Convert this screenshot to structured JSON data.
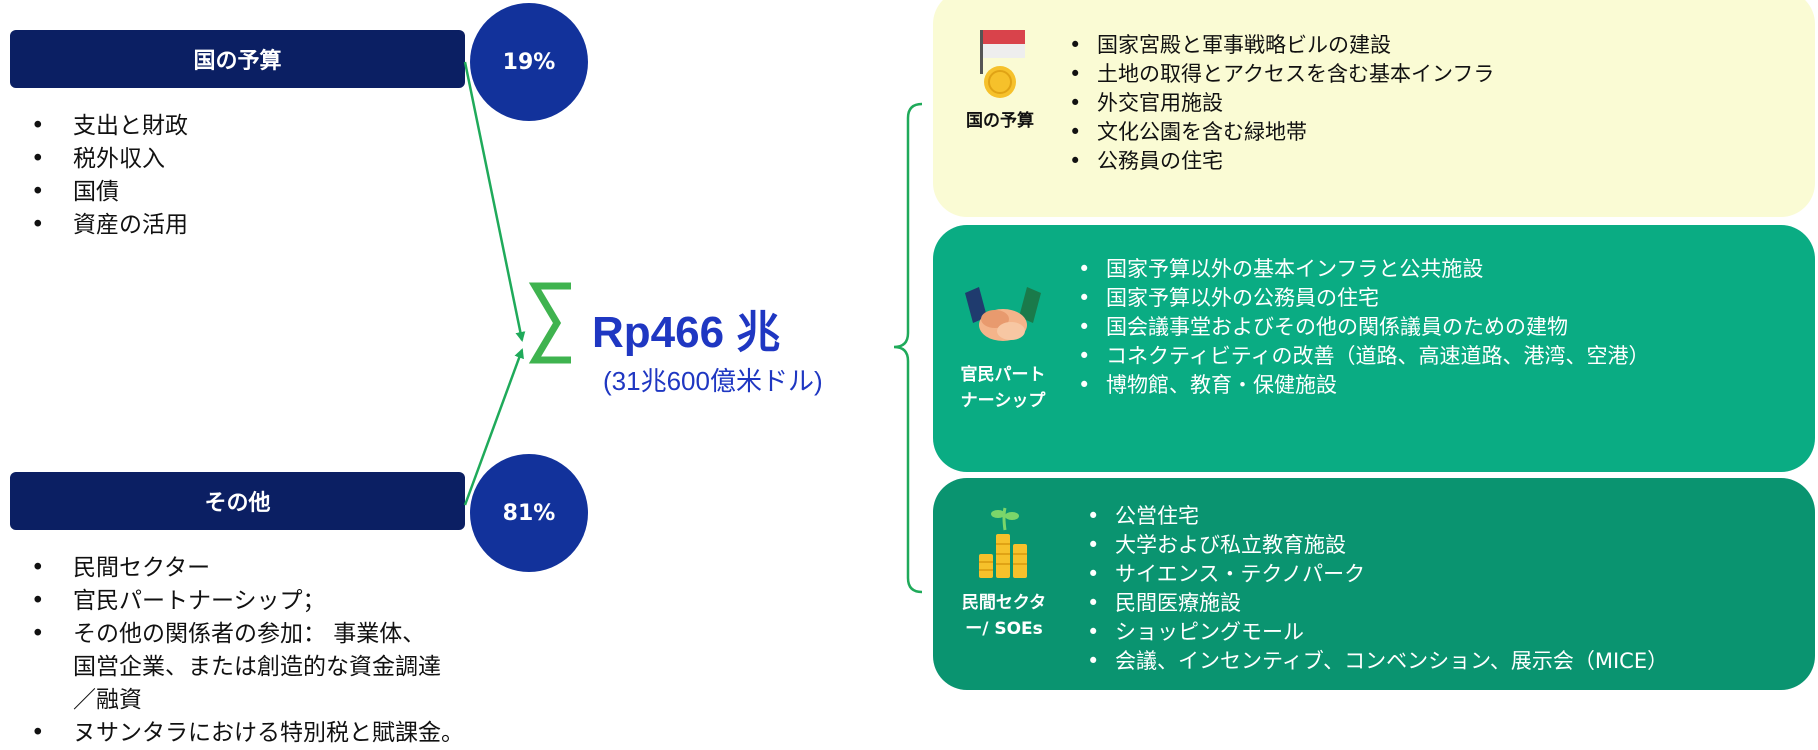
{
  "sources": {
    "state_budget": {
      "title": "国の予算",
      "percent": "19%",
      "items": [
        "支出と財政",
        "税外収入",
        "国債",
        "資産の活用"
      ]
    },
    "other": {
      "title": "その他",
      "percent": "81%",
      "items": [
        "民間セクター",
        "官民パートナーシップ；",
        "その他の関係者の参加： 事業体、",
        "ヌサンタラにおける特別税と賦課金。"
      ],
      "item3_lines": [
        "その他の関係者の参加： 事業体、",
        "国営企業、または創造的な資金調達",
        "／融資"
      ]
    }
  },
  "total": {
    "value": "Rp466 兆",
    "usd": "(31兆600億米ドル)"
  },
  "panels": {
    "state_budget": {
      "label": "国の予算",
      "items": [
        "国家宮殿と軍事戦略ビルの建設",
        "土地の取得とアクセスを含む基本インフラ",
        "外交官用施設",
        "文化公園を含む緑地帯",
        "公務員の住宅"
      ]
    },
    "ppp": {
      "label_line1": "官民パート",
      "label_line2": "ナーシップ",
      "items": [
        "国家予算以外の基本インフラと公共施設",
        "国家予算以外の公務員の住宅",
        "国会議事堂およびその他の関係議員のための建物",
        "コネクティビティの改善（道路、高速道路、港湾、空港）",
        "博物館、教育・保健施設"
      ]
    },
    "private": {
      "label_line1": "民間セクタ",
      "label_line2": "ー/ SOEs",
      "items": [
        "公営住宅",
        "大学および私立教育施設",
        "サイエンス・テクノパーク",
        "民間医療施設",
        "ショッピングモール",
        "会議、インセンティブ、コンベンション、展示会（MICE）"
      ]
    }
  },
  "colors": {
    "navy": "#0b1f63",
    "circle_blue": "#12329b",
    "total_blue": "#1f37c2",
    "arrow_green": "#1faa5a",
    "panel_yellow": "#fafbd4",
    "panel_green": "#0aac83",
    "panel_dark_green": "#0a9470"
  },
  "icons": {
    "state_budget_panel": "flag-coin-icon",
    "ppp_panel": "handshake-icon",
    "private_panel": "coin-stacks-plant-icon",
    "total": "sigma-icon"
  }
}
